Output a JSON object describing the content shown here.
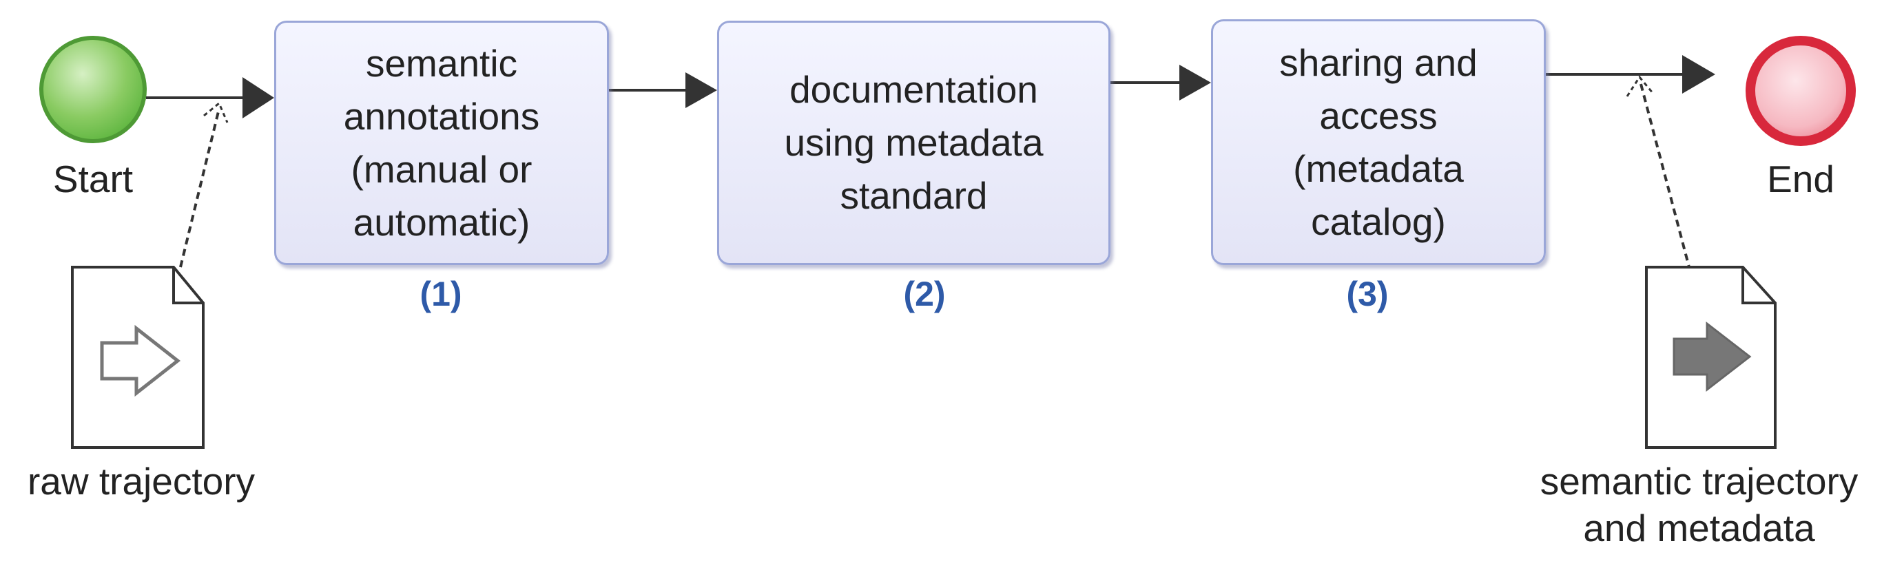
{
  "events": {
    "start": {
      "label": "Start",
      "color": "#5db53f"
    },
    "end": {
      "label": "End",
      "color": "#e03a4a"
    }
  },
  "tasks": [
    {
      "label": "semantic\nannotations\n(manual or\nautomatic)",
      "step": "(1)"
    },
    {
      "label": "documentation\nusing metadata\nstandard",
      "step": "(2)"
    },
    {
      "label": "sharing and\naccess\n(metadata\ncatalog)",
      "step": "(3)"
    }
  ],
  "documents": {
    "input": {
      "label": "raw trajectory",
      "icon": "hollow-arrow-icon"
    },
    "output": {
      "label": "semantic trajectory\nand metadata",
      "icon": "filled-arrow-icon"
    }
  },
  "colors": {
    "task_border": "#9aa6d8",
    "step_number": "#2e5aa8",
    "flow": "#333333"
  }
}
